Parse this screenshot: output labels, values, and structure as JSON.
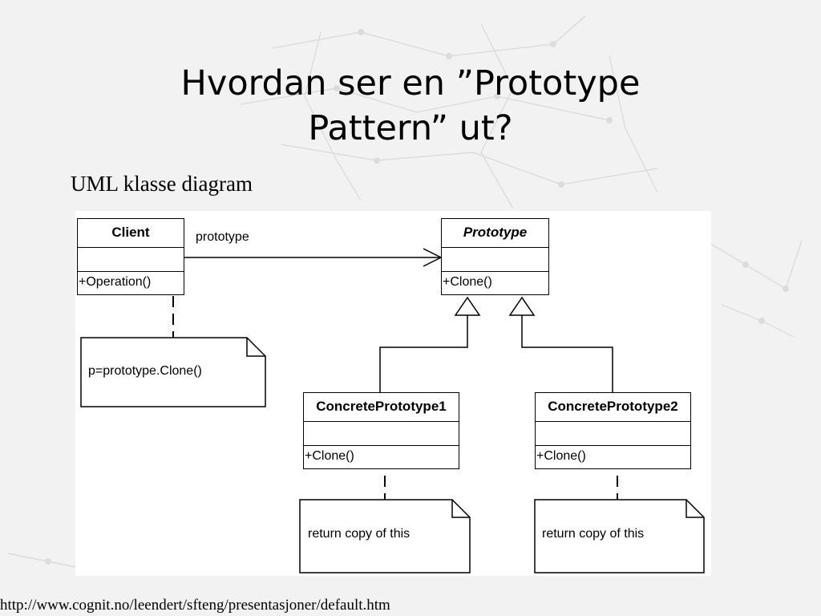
{
  "slide": {
    "title_line1": "Hvordan ser en ”Prototype",
    "title_line2": "Pattern” ut?",
    "subtitle": "UML klasse diagram",
    "footer_url": "http://www.cognit.no/leendert/sfteng/presentasjoner/default.htm"
  },
  "diagram": {
    "classes": {
      "client": {
        "name": "Client",
        "operation": "+Operation()"
      },
      "prototype": {
        "name": "Prototype",
        "operation": "+Clone()"
      },
      "concrete1": {
        "name": "ConcretePrototype1",
        "operation": "+Clone()"
      },
      "concrete2": {
        "name": "ConcretePrototype2",
        "operation": "+Clone()"
      }
    },
    "association_label": "prototype",
    "notes": {
      "client_note": "p=prototype.Clone()",
      "concrete1_note": "return copy of this",
      "concrete2_note": "return copy of this"
    }
  },
  "colors": {
    "background": "#f2f2f2",
    "diagram_bg": "#ffffff",
    "line": "#000000"
  }
}
